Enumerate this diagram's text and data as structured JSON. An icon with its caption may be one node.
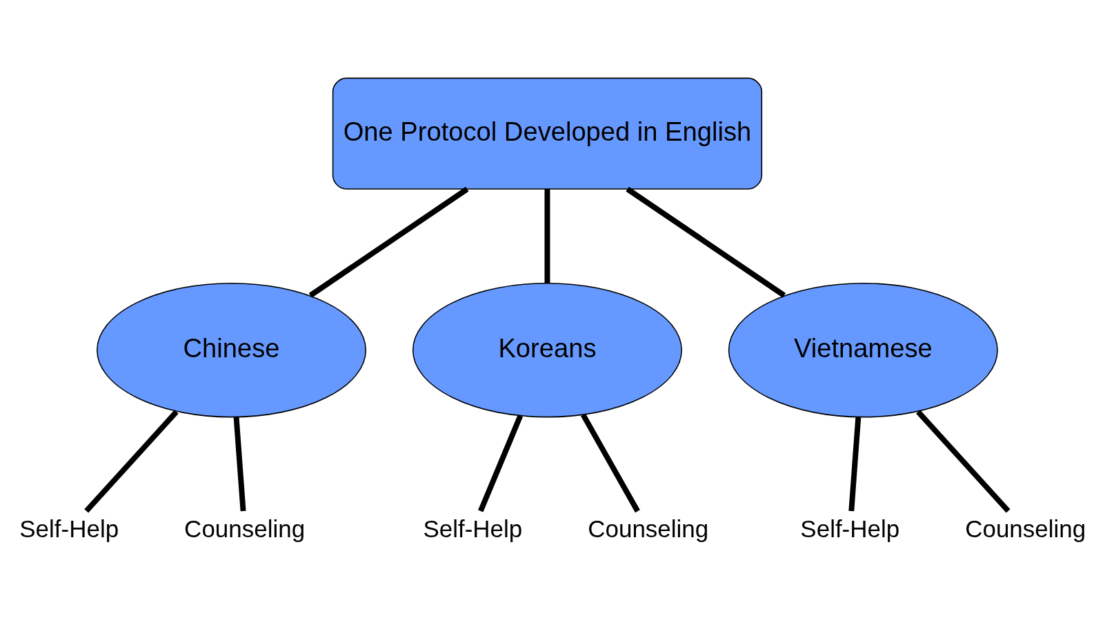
{
  "diagram": {
    "nodes": [
      {
        "text": [
          "One Protocol Developed in English"
        ]
      },
      {
        "text": [
          "Chinese"
        ]
      },
      {
        "text": [
          "Koreans"
        ]
      },
      {
        "text": [
          "Vietnamese"
        ]
      },
      {
        "text": [
          "Self-Help"
        ]
      },
      {
        "text": [
          "Counseling"
        ]
      },
      {
        "text": [
          "Self-Help"
        ]
      },
      {
        "text": [
          "Counseling"
        ]
      },
      {
        "text": [
          "Self-Help"
        ]
      },
      {
        "text": [
          "Counseling"
        ]
      }
    ],
    "edges": [
      {
        "from": 0,
        "to": 1,
        "arrow": "none"
      },
      {
        "from": 0,
        "to": 2,
        "arrow": "none"
      },
      {
        "from": 0,
        "to": 3,
        "arrow": "none"
      },
      {
        "from": 1,
        "to": 4,
        "arrow": "none"
      },
      {
        "from": 1,
        "to": 5,
        "arrow": "none"
      },
      {
        "from": 2,
        "to": 6,
        "arrow": "none"
      },
      {
        "from": 2,
        "to": 7,
        "arrow": "none"
      },
      {
        "from": 3,
        "to": 8,
        "arrow": "none"
      },
      {
        "from": 3,
        "to": 9,
        "arrow": "none"
      }
    ]
  }
}
